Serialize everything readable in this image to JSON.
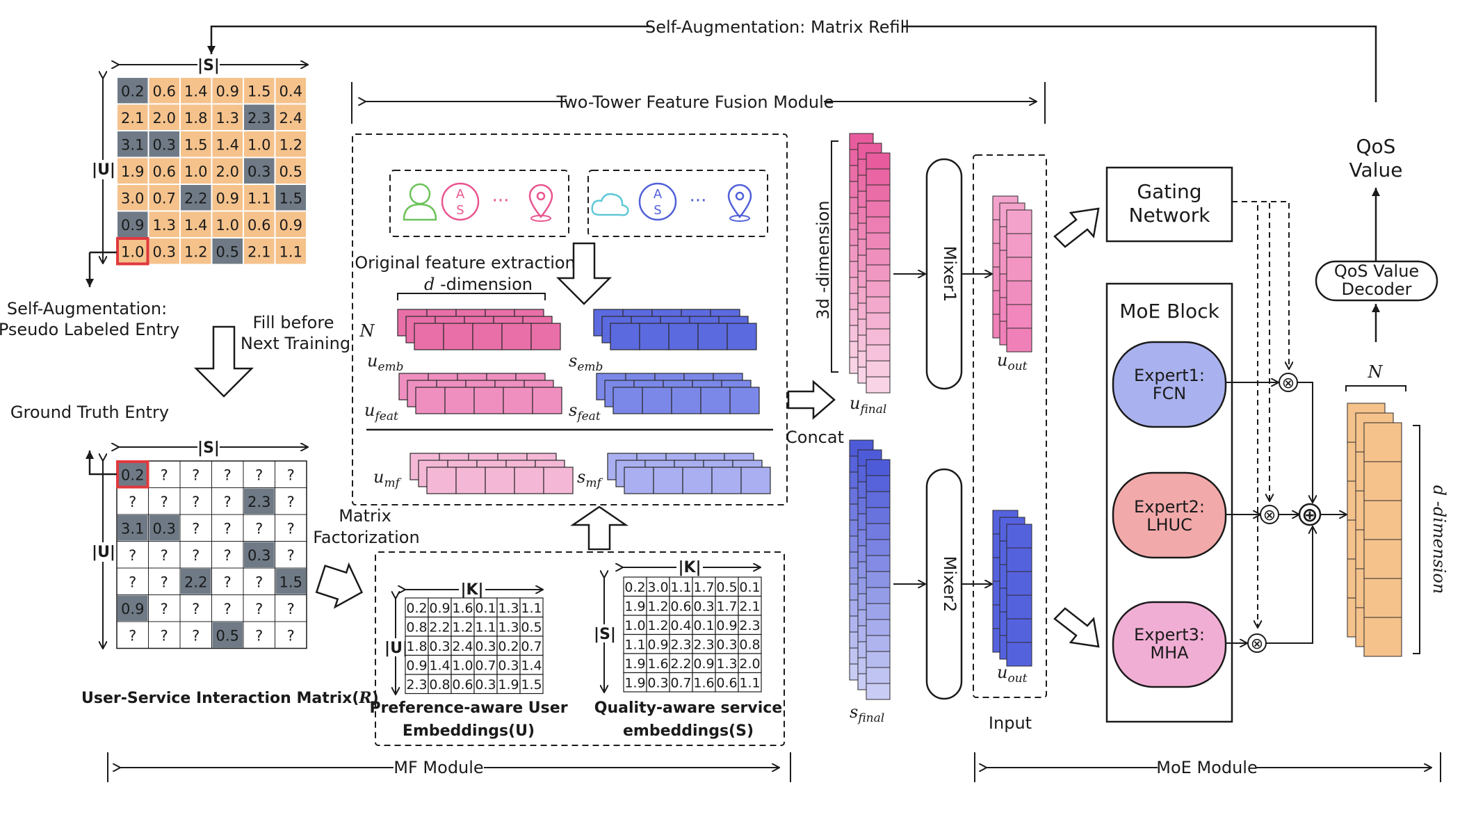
{
  "colors": {
    "orange": "#f5c28c",
    "gray": "#6f7a86",
    "pink": "#e96fa8",
    "pink_light": "#f4b8d6",
    "blue": "#5c6ae0",
    "blue_light": "#a9aff0",
    "expert1": "#a9b2ee",
    "expert2": "#f2a9aa",
    "expert3": "#f1aed4",
    "red": "#e0393e"
  },
  "titles": {
    "top_loop": "Self-Augmentation: Matrix Refill",
    "two_tower": "Two-Tower Feature Fusion Module",
    "mf_module": "MF Module",
    "moe_module": "MoE Module"
  },
  "left": {
    "axis_s": "|S|",
    "axis_u": "|U|",
    "self_aug_line1": "Self-Augmentation:",
    "self_aug_line2": "Pseudo Labeled Entry",
    "fill_line1": "Fill before",
    "fill_line2": "Next Training",
    "ground_truth": "Ground Truth Entry",
    "matrix_caption": "User-Service Interaction Matrix(",
    "matrix_caption_sym": "R",
    "matrix_caption_end": ")",
    "mf_line1": "Matrix",
    "mf_line2": "Factorization",
    "top_matrix": [
      [
        "0.2",
        "0.6",
        "1.4",
        "0.9",
        "1.5",
        "0.4"
      ],
      [
        "2.1",
        "2.0",
        "1.8",
        "1.3",
        "2.3",
        "2.4"
      ],
      [
        "3.1",
        "0.3",
        "1.5",
        "1.4",
        "1.0",
        "1.2"
      ],
      [
        "1.9",
        "0.6",
        "1.0",
        "2.0",
        "0.3",
        "0.5"
      ],
      [
        "3.0",
        "0.7",
        "2.2",
        "0.9",
        "1.1",
        "1.5"
      ],
      [
        "0.9",
        "1.3",
        "1.4",
        "1.0",
        "0.6",
        "0.9"
      ],
      [
        "1.0",
        "0.3",
        "1.2",
        "0.5",
        "2.1",
        "1.1"
      ]
    ],
    "top_matrix_gray": [
      [
        0,
        0
      ],
      [
        1,
        4
      ],
      [
        2,
        0
      ],
      [
        2,
        1
      ],
      [
        3,
        4
      ],
      [
        4,
        2
      ],
      [
        4,
        5
      ],
      [
        5,
        0
      ],
      [
        6,
        3
      ]
    ],
    "bottom_matrix": [
      [
        "0.2",
        "?",
        "?",
        "?",
        "?",
        "?"
      ],
      [
        "?",
        "?",
        "?",
        "?",
        "2.3",
        "?"
      ],
      [
        "3.1",
        "0.3",
        "?",
        "?",
        "?",
        "?"
      ],
      [
        "?",
        "?",
        "?",
        "?",
        "0.3",
        "?"
      ],
      [
        "?",
        "?",
        "2.2",
        "?",
        "?",
        "1.5"
      ],
      [
        "0.9",
        "?",
        "?",
        "?",
        "?",
        "?"
      ],
      [
        "?",
        "?",
        "?",
        "0.5",
        "?",
        "?"
      ]
    ],
    "bottom_matrix_gray": [
      [
        0,
        0
      ],
      [
        1,
        4
      ],
      [
        2,
        0
      ],
      [
        2,
        1
      ],
      [
        3,
        4
      ],
      [
        4,
        2
      ],
      [
        4,
        5
      ],
      [
        5,
        0
      ],
      [
        6,
        3
      ]
    ]
  },
  "tower": {
    "feature_extraction": "Original feature extraction",
    "d_dim": "d",
    "d_dim_suffix": " -dimension",
    "n_label": "N",
    "icon_user_a": "A",
    "icon_user_s": "S",
    "icon_dots": "···",
    "u_emb": "u",
    "u_emb_sub": "emb",
    "s_emb": "s",
    "s_emb_sub": "emb",
    "u_feat": "u",
    "u_feat_sub": "feat",
    "s_feat": "s",
    "s_feat_sub": "feat",
    "u_mf": "u",
    "u_mf_sub": "mf",
    "s_mf": "s",
    "s_mf_sub": "mf"
  },
  "mf": {
    "axis_k1": "|K|",
    "axis_k2": "|K|",
    "axis_u": "|U|",
    "axis_s": "|S|",
    "u_matrix": [
      [
        "0.2",
        "0.9",
        "1.6",
        "0.1",
        "1.3",
        "1.1"
      ],
      [
        "0.8",
        "2.2",
        "1.2",
        "1.1",
        "1.3",
        "0.5"
      ],
      [
        "1.8",
        "0.3",
        "2.4",
        "0.3",
        "0.2",
        "0.7"
      ],
      [
        "0.9",
        "1.4",
        "1.0",
        "0.7",
        "0.3",
        "1.4"
      ],
      [
        "2.3",
        "0.8",
        "0.6",
        "0.3",
        "1.9",
        "1.5"
      ]
    ],
    "s_matrix": [
      [
        "0.2",
        "3.0",
        "1.1",
        "1.7",
        "0.5",
        "0.1"
      ],
      [
        "1.9",
        "1.2",
        "0.6",
        "0.3",
        "1.7",
        "2.1"
      ],
      [
        "1.0",
        "1.2",
        "0.4",
        "0.1",
        "0.9",
        "2.3"
      ],
      [
        "1.1",
        "0.9",
        "2.3",
        "2.3",
        "0.3",
        "0.8"
      ],
      [
        "1.9",
        "1.6",
        "2.2",
        "0.9",
        "1.3",
        "2.0"
      ],
      [
        "1.9",
        "0.3",
        "0.7",
        "1.6",
        "0.6",
        "1.1"
      ]
    ],
    "u_caption1": "Preference-aware User",
    "u_caption2": "Embeddings(U)",
    "s_caption1": "Quality-aware service",
    "s_caption2": "embeddings(S)"
  },
  "middle": {
    "concat": "Concat",
    "three_d": "3d -dimension",
    "u_final": "u",
    "u_final_sub": "final",
    "s_final": "s",
    "s_final_sub": "final",
    "mixer1": "Mixer1",
    "mixer2": "Mixer2",
    "u_out": "u",
    "u_out_sub": "out",
    "input": "Input"
  },
  "moe": {
    "gating_line1": "Gating",
    "gating_line2": "Network",
    "block_title": "MoE Block",
    "expert1_line1": "Expert1:",
    "expert1_line2": "FCN",
    "expert2_line1": "Expert2:",
    "expert2_line2": "LHUC",
    "expert3_line1": "Expert3:",
    "expert3_line2": "MHA",
    "times": "⊗",
    "plus": "⊕",
    "decoder_line1": "QoS Value",
    "decoder_line2": "Decoder",
    "qos_line1": "QoS",
    "qos_line2": "Value",
    "n_label": "N",
    "d_dim": "d -dimension"
  }
}
